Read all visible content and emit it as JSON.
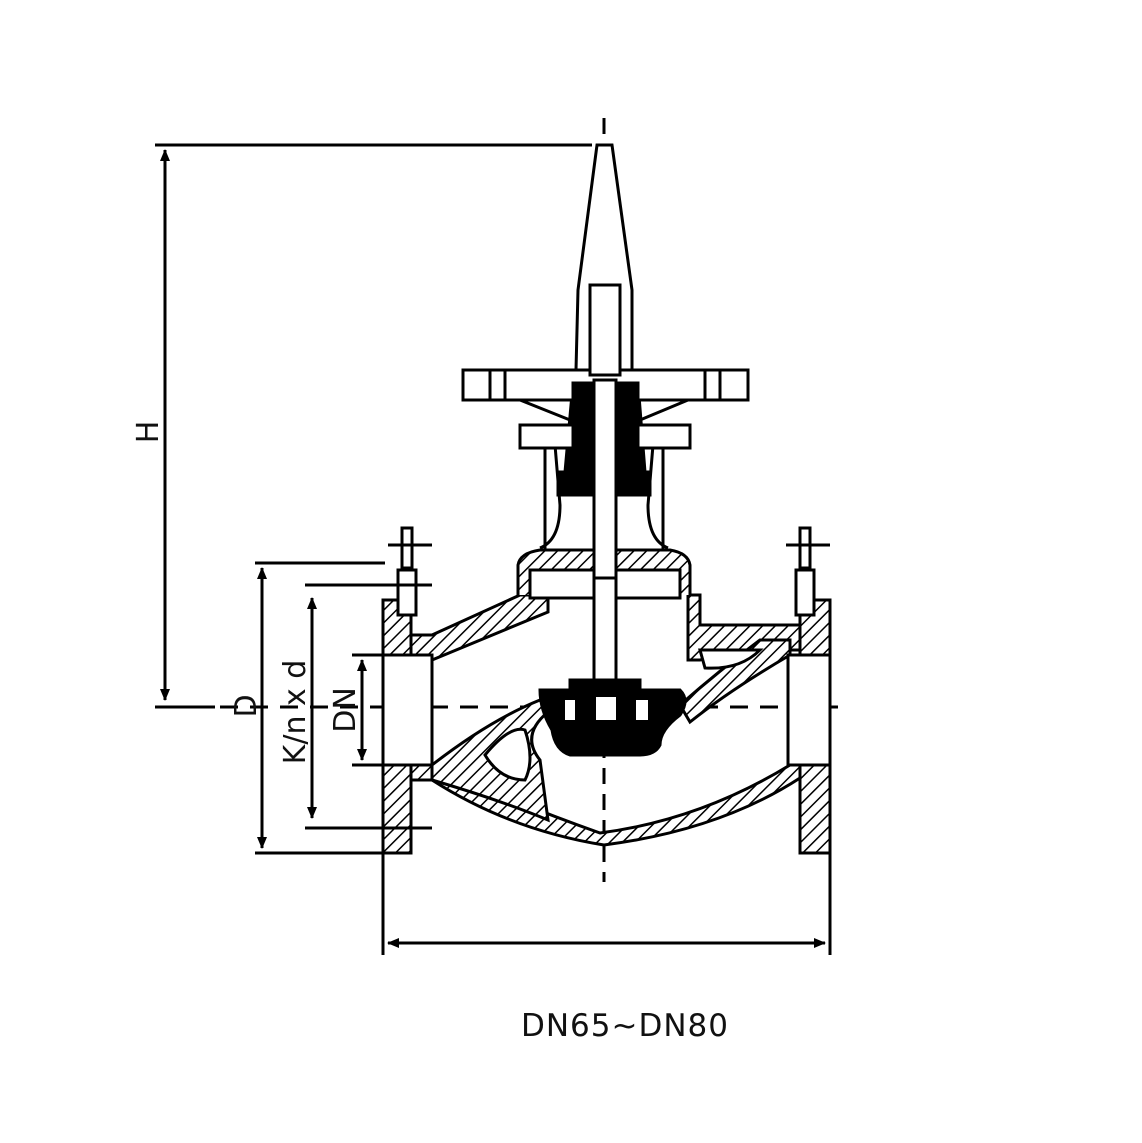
{
  "diagram": {
    "caption": "DN65~DN80",
    "labels": {
      "height": "H",
      "flange_diameter": "D",
      "bolt_circle": "K/n x d",
      "nominal_diameter": "DN"
    }
  }
}
